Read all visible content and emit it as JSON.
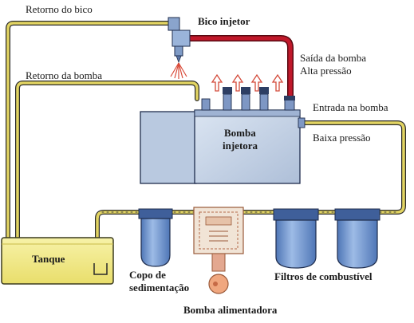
{
  "labels": {
    "retorno_bico": "Retorno do bico",
    "retorno_bomba": "Retorno da bomba",
    "bico_injetor": "Bico injetor",
    "saida_bomba_1": "Saída da bomba",
    "saida_bomba_2": "Alta pressão",
    "entrada_bomba": "Entrada na bomba",
    "baixa_pressao": "Baixa pressão",
    "bomba_injetora_1": "Bomba",
    "bomba_injetora_2": "injetora",
    "tanque": "Tanque",
    "copo_1": "Copo de",
    "copo_2": "sedimentação",
    "filtros": "Filtros de combustível",
    "bomba_alimentadora": "Bomba alimentadora"
  },
  "colors": {
    "fuel_line_low": "#d8c84a",
    "fuel_line_high": "#c0182a",
    "pump_body": "#c4d2e6",
    "pump_outline": "#1f2d4d",
    "tank_fuel": "#f2ec8a",
    "filter_blue": "#6f93c9",
    "arrow_red": "#d34a3a"
  }
}
